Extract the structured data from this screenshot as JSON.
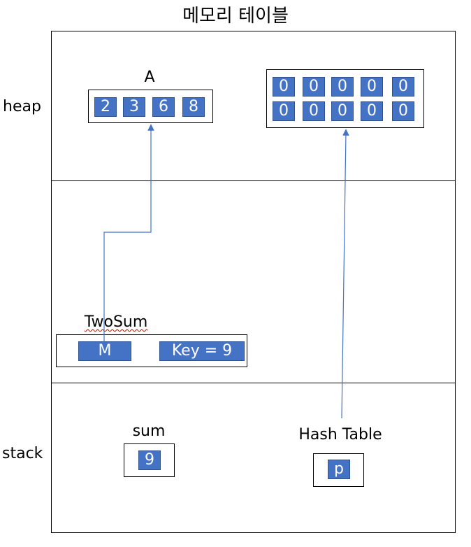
{
  "title": "메모리 테이블",
  "regions": {
    "heap_label": "heap",
    "stack_label": "stack"
  },
  "heap": {
    "array_a": {
      "label": "A",
      "values": [
        "2",
        "3",
        "6",
        "8"
      ]
    },
    "hash_table_array": {
      "row1": [
        "0",
        "0",
        "0",
        "0",
        "0"
      ],
      "row2": [
        "0",
        "0",
        "0",
        "0",
        "0"
      ]
    }
  },
  "twosum": {
    "label": "TwoSum",
    "m_cell": "M",
    "key_cell": "Key = 9"
  },
  "stack": {
    "sum": {
      "label": "sum",
      "value": "9"
    },
    "hash_table": {
      "label": "Hash Table",
      "value": "p"
    }
  },
  "colors": {
    "cell_fill": "#4472c4",
    "cell_border": "#2f528f",
    "arrow": "#4472c4"
  }
}
